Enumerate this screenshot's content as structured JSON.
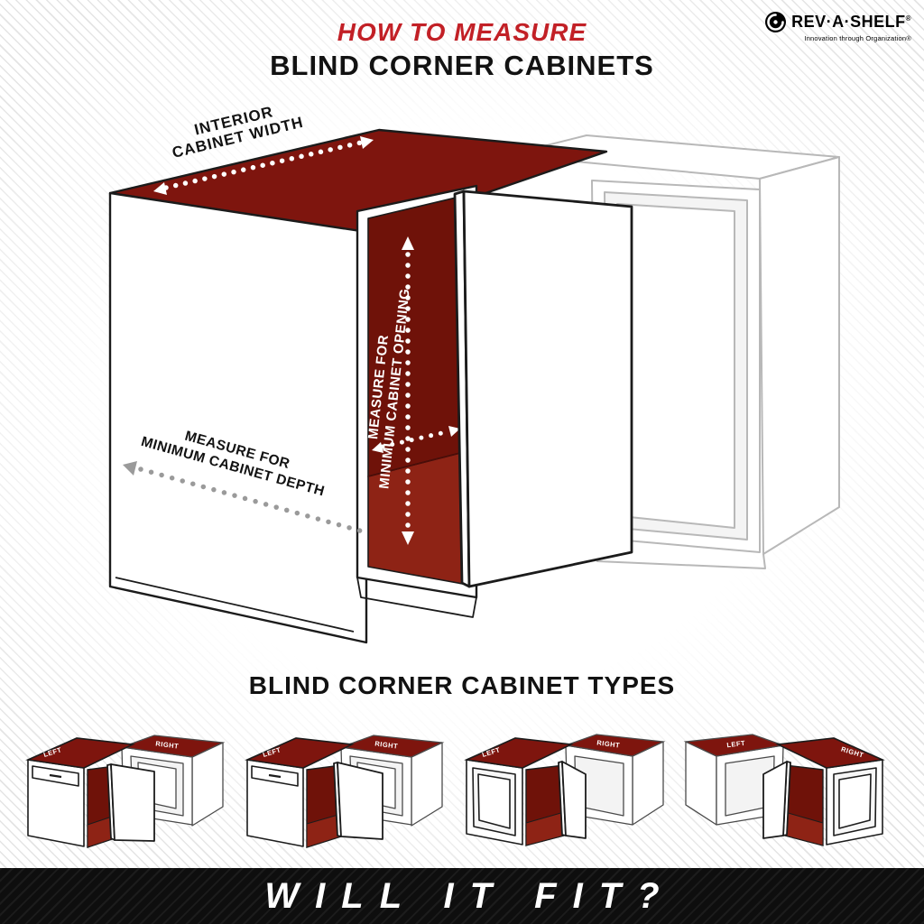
{
  "header": {
    "title_red": "HOW TO MEASURE",
    "title_black": "BLIND CORNER CABINETS"
  },
  "logo": {
    "brand": "REV·A·SHELF",
    "reg": "®",
    "tagline": "Innovation through Organization®"
  },
  "diagram": {
    "interior_1": "INTERIOR",
    "interior_2": "CABINET WIDTH",
    "opening_1": "MEASURE FOR",
    "opening_2": "MINIMUM CABINET OPENING",
    "depth_1": "MEASURE FOR",
    "depth_2": "MINIMUM CABINET DEPTH"
  },
  "types_section": {
    "title": "BLIND CORNER CABINET TYPES",
    "types": [
      {
        "name": "blind-corner-drawer-door",
        "labels": [
          "LEFT",
          "RIGHT"
        ]
      },
      {
        "name": "blind-corner-drawer-door-open",
        "labels": [
          "LEFT",
          "RIGHT"
        ]
      },
      {
        "name": "corner-double-front",
        "labels": [
          "LEFT",
          "RIGHT"
        ]
      },
      {
        "name": "corner-double-front-mirrored",
        "labels": [
          "LEFT",
          "RIGHT"
        ]
      }
    ]
  },
  "footer": {
    "text": "WILL IT FIT?"
  },
  "colors": {
    "accent_red": "#C22026",
    "cabinet_red": "#7E150E",
    "cabinet_red_dark": "#6F1209",
    "cabinet_red_floor": "#8E2315",
    "ink": "#1B1B1B",
    "ghost": "#B8B8B8",
    "footer_bg": "#0E0E0E"
  }
}
